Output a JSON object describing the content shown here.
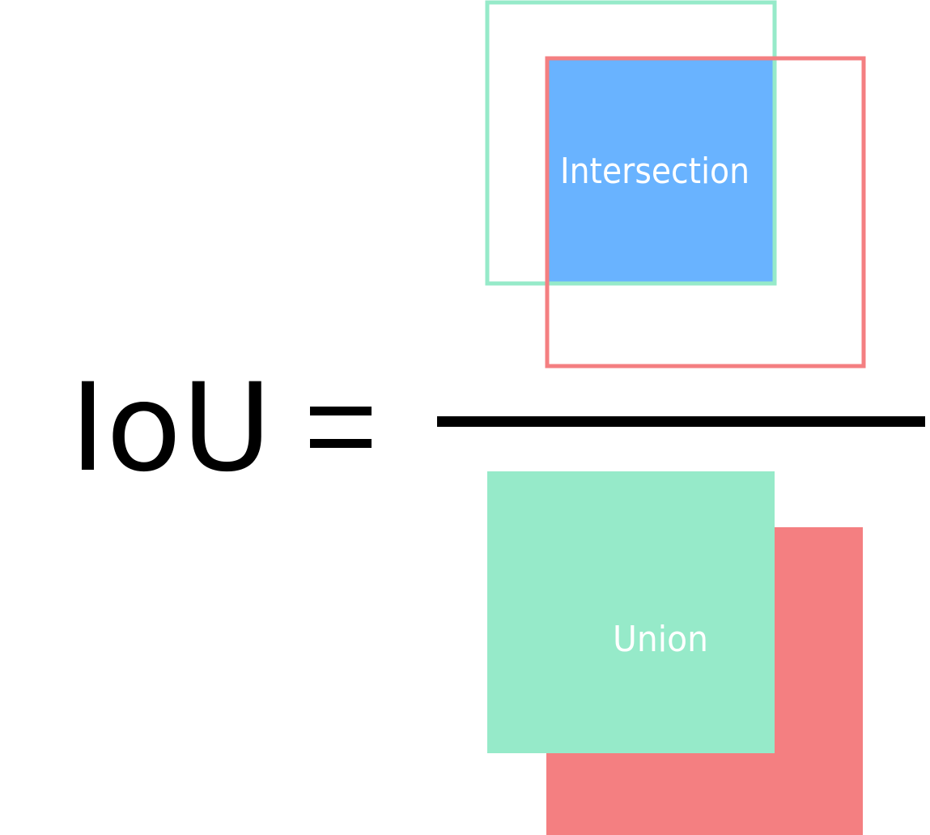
{
  "formula": {
    "lhs": "IoU",
    "equals": "="
  },
  "numerator": {
    "label": "Intersection"
  },
  "denominator": {
    "label": "Union"
  },
  "colors": {
    "box_a": "#96EAC9",
    "box_b": "#F47F81",
    "intersection": "#69B3FF",
    "label_text": "#ffffff",
    "ink": "#000000"
  }
}
